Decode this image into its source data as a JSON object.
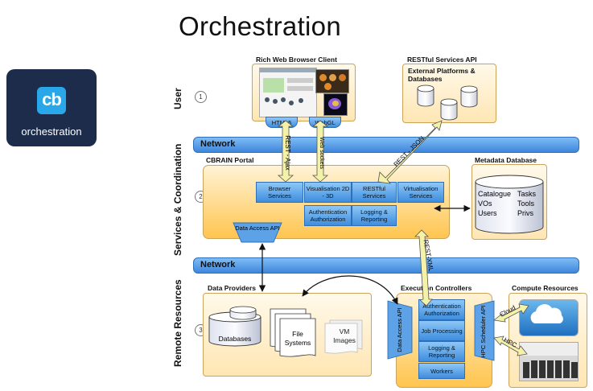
{
  "title": "Orchestration",
  "logo": {
    "mark": "cb",
    "label": "orchestration",
    "color": "#2aa7e8",
    "background": "#1c2c4a"
  },
  "layers": {
    "user": "User",
    "services": "Services & Coordination",
    "remote": "Remote Resources",
    "n1": "1",
    "n2": "2",
    "n3": "3"
  },
  "user_layer": {
    "browser_title": "Rich Web Browser Client",
    "html5": "HTML5",
    "webgl": "WebGL",
    "restful_api_title": "RESTful Services API",
    "external_label": "External Platforms & Databases"
  },
  "network_label": "Network",
  "arrow_labels": {
    "rest_ajax": "REST - Ajax",
    "web_sockets": "Web sockets",
    "rest_json": "REST - JSON",
    "rest_xml": "REST-XML",
    "cloud": "Cloud",
    "hpc": "HPC"
  },
  "portal": {
    "title": "CBRAIN Portal",
    "browser_services": "Browser Services",
    "visualisation": "Visualisation 2D - 3D",
    "restful_services": "RESTful Services",
    "virtualisation": "Virtualisation Services",
    "auth": "Authentication Authorization",
    "logging": "Logging & Reporting",
    "data_access": "Data Access API"
  },
  "metadata": {
    "title": "Metadata Database",
    "items": [
      "Catalogue",
      "Tasks",
      "VOs",
      "Tools",
      "Users",
      "Privs"
    ]
  },
  "data_providers": {
    "title": "Data Providers",
    "databases": "Databases",
    "file_systems": "File Systems",
    "vm_images": "VM Images"
  },
  "execution": {
    "title": "Execution Controllers",
    "data_access": "Data Access API",
    "auth": "Authentication Authorization",
    "job": "Job Processing",
    "logging": "Logging & Reporting",
    "workers": "Workers",
    "hpc_api": "HPC Scheduler API"
  },
  "compute": {
    "title": "Compute Resources"
  },
  "colors": {
    "network": "#3f86dc",
    "orange": "#ffc54f",
    "service_blue": "#3e8ddd",
    "arrow_yellow": "#f2f0a0"
  }
}
